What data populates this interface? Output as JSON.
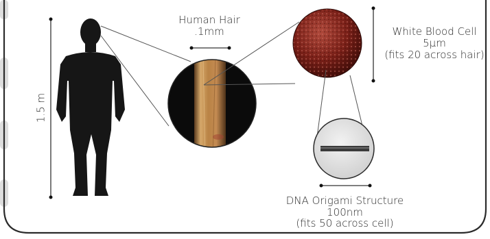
{
  "figure": {
    "human": {
      "scale_label": "1.5 m"
    },
    "hair": {
      "title": "Human Hair",
      "size": ".1mm"
    },
    "cell": {
      "title": "White Blood Cell",
      "size": "5µm",
      "note": "(fits 20 across hair)"
    },
    "dna": {
      "title": "DNA Origami Structure",
      "size": "100nm",
      "note": "(fits 50 across cell)"
    }
  },
  "colors": {
    "frame": "#2b2b2b",
    "silhouette": "#161616",
    "side_tabs": "#dedede",
    "hair_fill": "#c08f52",
    "cell_fill": "#7a2018",
    "dna_fill": "#e4e4e4",
    "dna_bar": "#3a3a3a"
  }
}
